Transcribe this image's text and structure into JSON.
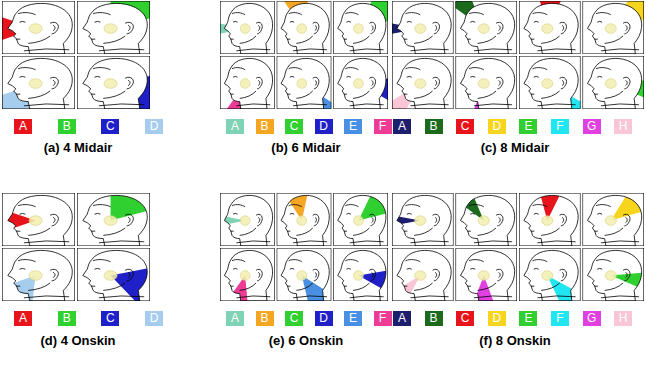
{
  "diagram": {
    "labels": [
      "(a) 4 Midair",
      "(b) 6 Midair",
      "(c) 8 Midair",
      "(d) 4 Onskin",
      "(e) 6 Onskin",
      "(f) 8 Onskin"
    ],
    "legend": [
      {
        "text": "A",
        "color": "#e8141c"
      },
      {
        "text": "B",
        "color": "#2fd02f"
      },
      {
        "text": "C",
        "color": "#2020c8"
      },
      {
        "text": "D",
        "color": "#a6cdee"
      },
      {
        "text": "A",
        "color": "#7fd3b4"
      },
      {
        "text": "B",
        "color": "#f5a623"
      },
      {
        "text": "C",
        "color": "#2fd02f"
      },
      {
        "text": "D",
        "color": "#2020c8"
      },
      {
        "text": "E",
        "color": "#4a90e2"
      },
      {
        "text": "F",
        "color": "#ec3c96"
      },
      {
        "text": "A",
        "color": "#1e1e6e"
      },
      {
        "text": "B",
        "color": "#1c6b1c"
      },
      {
        "text": "C",
        "color": "#e8141c"
      },
      {
        "text": "D",
        "color": "#f7d51d"
      },
      {
        "text": "E",
        "color": "#2fd02f"
      },
      {
        "text": "F",
        "color": "#1fe6f0"
      },
      {
        "text": "G",
        "color": "#e23fe2"
      },
      {
        "text": "H",
        "color": "#f9c6d6"
      },
      {
        "text": "A",
        "color": "#e8141c"
      },
      {
        "text": "B",
        "color": "#2fd02f"
      },
      {
        "text": "C",
        "color": "#2020c8"
      },
      {
        "text": "D",
        "color": "#a6cdee"
      },
      {
        "text": "A",
        "color": "#7fd3b4"
      },
      {
        "text": "B",
        "color": "#f5a623"
      },
      {
        "text": "C",
        "color": "#2fd02f"
      },
      {
        "text": "D",
        "color": "#2020c8"
      },
      {
        "text": "E",
        "color": "#4a90e2"
      },
      {
        "text": "F",
        "color": "#ec3c96"
      },
      {
        "text": "A",
        "color": "#1e1e6e"
      },
      {
        "text": "B",
        "color": "#1c6b1c"
      },
      {
        "text": "C",
        "color": "#e8141c"
      },
      {
        "text": "D",
        "color": "#f7d51d"
      },
      {
        "text": "E",
        "color": "#2fd02f"
      },
      {
        "text": "F",
        "color": "#1fe6f0"
      },
      {
        "text": "G",
        "color": "#e23fe2"
      },
      {
        "text": "H",
        "color": "#f9c6d6"
      }
    ]
  }
}
